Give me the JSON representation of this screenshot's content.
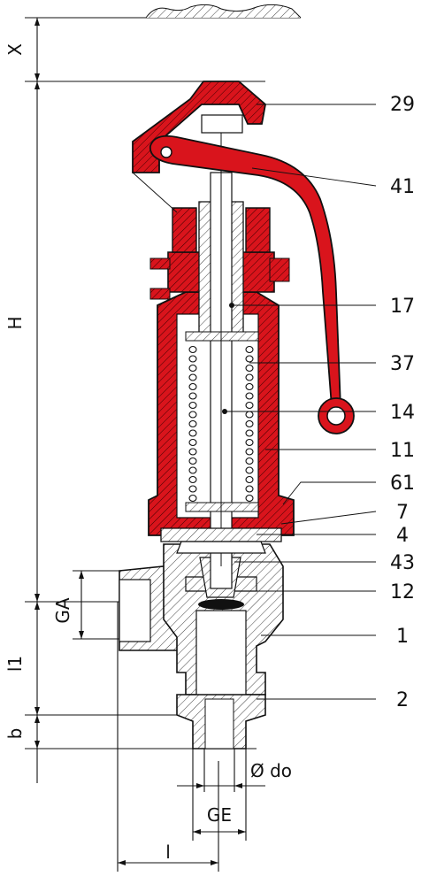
{
  "drawing": {
    "colors": {
      "accent_red": "#d9141c",
      "ink": "#111111",
      "background": "#ffffff"
    },
    "part_numbers": [
      "29",
      "41",
      "17",
      "37",
      "14",
      "11",
      "61",
      "7",
      "4",
      "43",
      "12",
      "1",
      "2"
    ],
    "dimensions": {
      "x": "X",
      "h": "H",
      "ga": "GA",
      "l1": "l1",
      "b": "b",
      "do": "Ø do",
      "ge": "GE",
      "l": "l"
    }
  }
}
